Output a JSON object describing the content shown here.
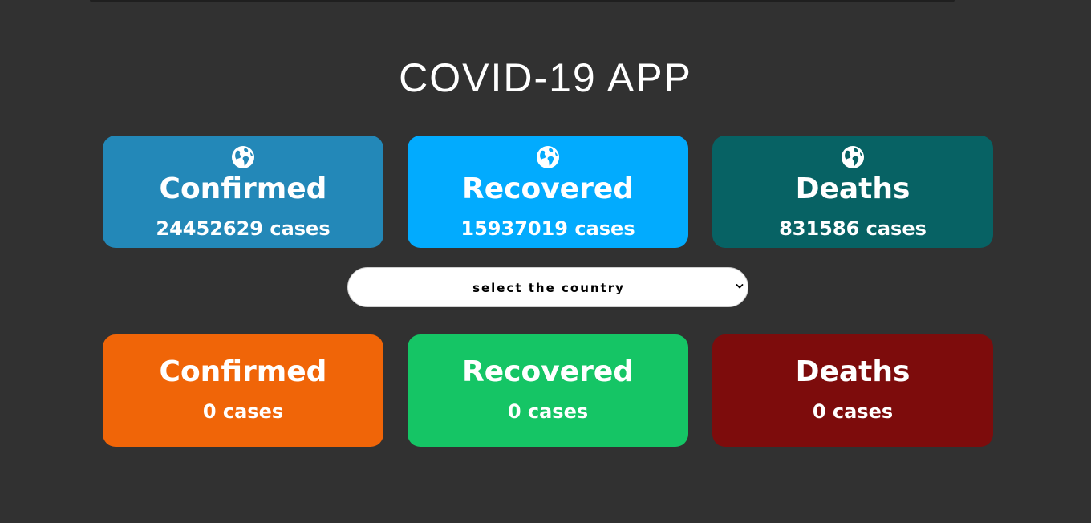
{
  "app": {
    "title": "COVID-19 APP"
  },
  "global_stats": [
    {
      "label": "Confirmed",
      "count": "24452629 cases",
      "color": "#2388b8",
      "icon": "globe-icon"
    },
    {
      "label": "Recovered",
      "count": "15937019 cases",
      "color": "#02abfe",
      "icon": "globe-icon"
    },
    {
      "label": "Deaths",
      "count": "831586 cases",
      "color": "#076264",
      "icon": "globe-icon"
    }
  ],
  "country_select": {
    "selected": "select the country",
    "icon": "chevron-down-icon"
  },
  "country_stats": [
    {
      "label": "Confirmed",
      "count": "0 cases",
      "color": "#f06508"
    },
    {
      "label": "Recovered",
      "count": "0 cases",
      "color": "#15c565"
    },
    {
      "label": "Deaths",
      "count": "0 cases",
      "color": "#7d0c0c"
    }
  ],
  "colors": {
    "background": "#313131",
    "text": "#ffffff"
  }
}
